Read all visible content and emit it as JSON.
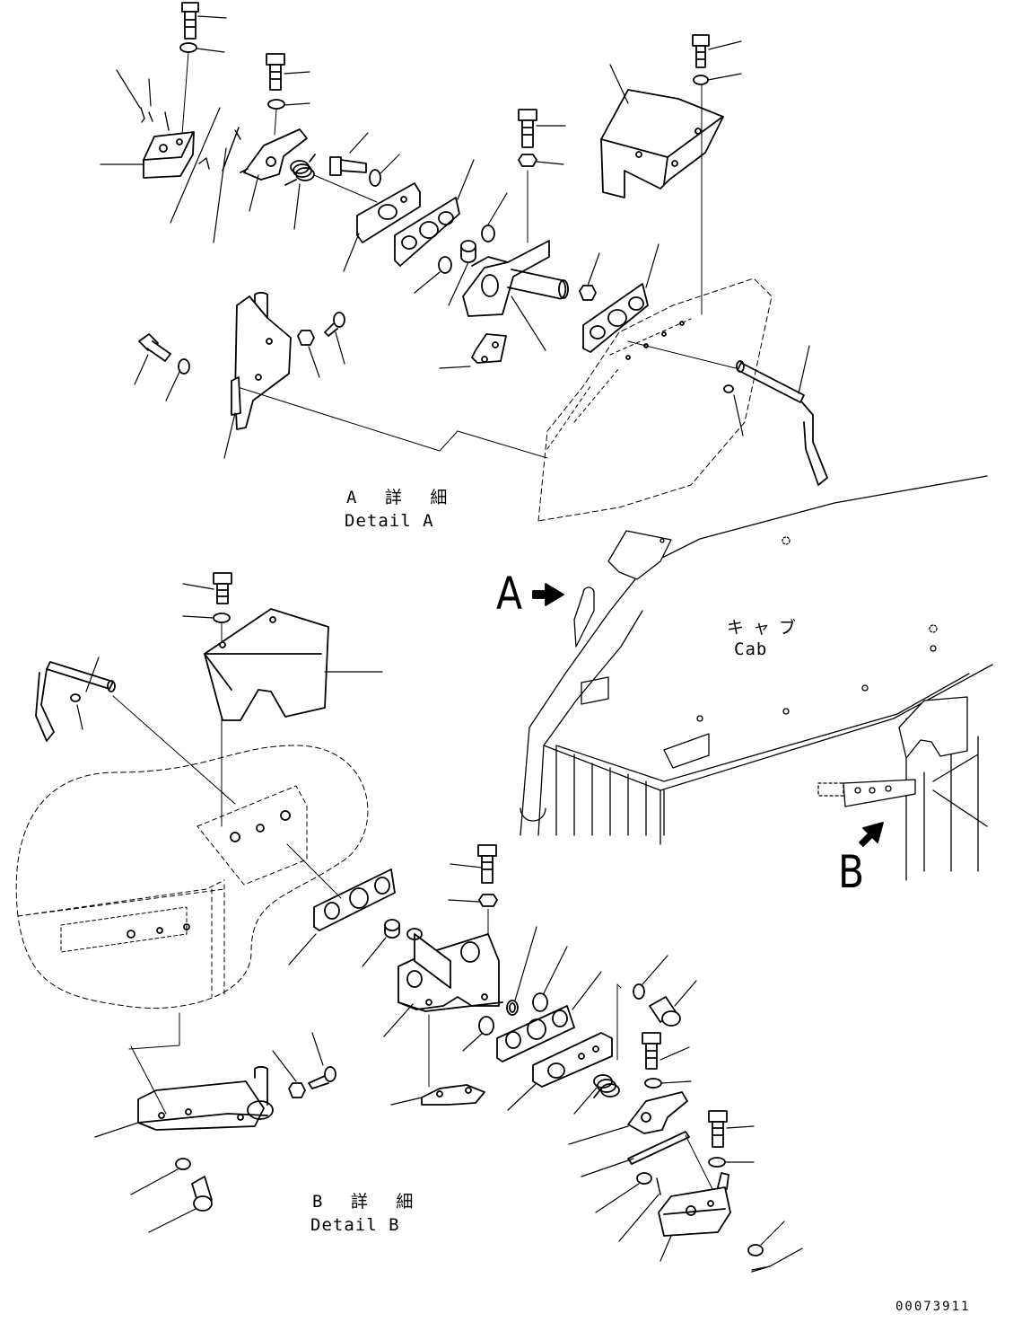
{
  "detail_a": {
    "title_jp": "A 詳 細",
    "title_en": "Detail A"
  },
  "detail_b": {
    "title_jp": "B 詳 細",
    "title_en": "Detail B"
  },
  "cab": {
    "title_jp": "キャブ",
    "title_en": "Cab"
  },
  "markers": {
    "a": "A",
    "b": "B"
  },
  "document_number": "00073911",
  "colors": {
    "line": "#000000",
    "background": "#ffffff"
  }
}
